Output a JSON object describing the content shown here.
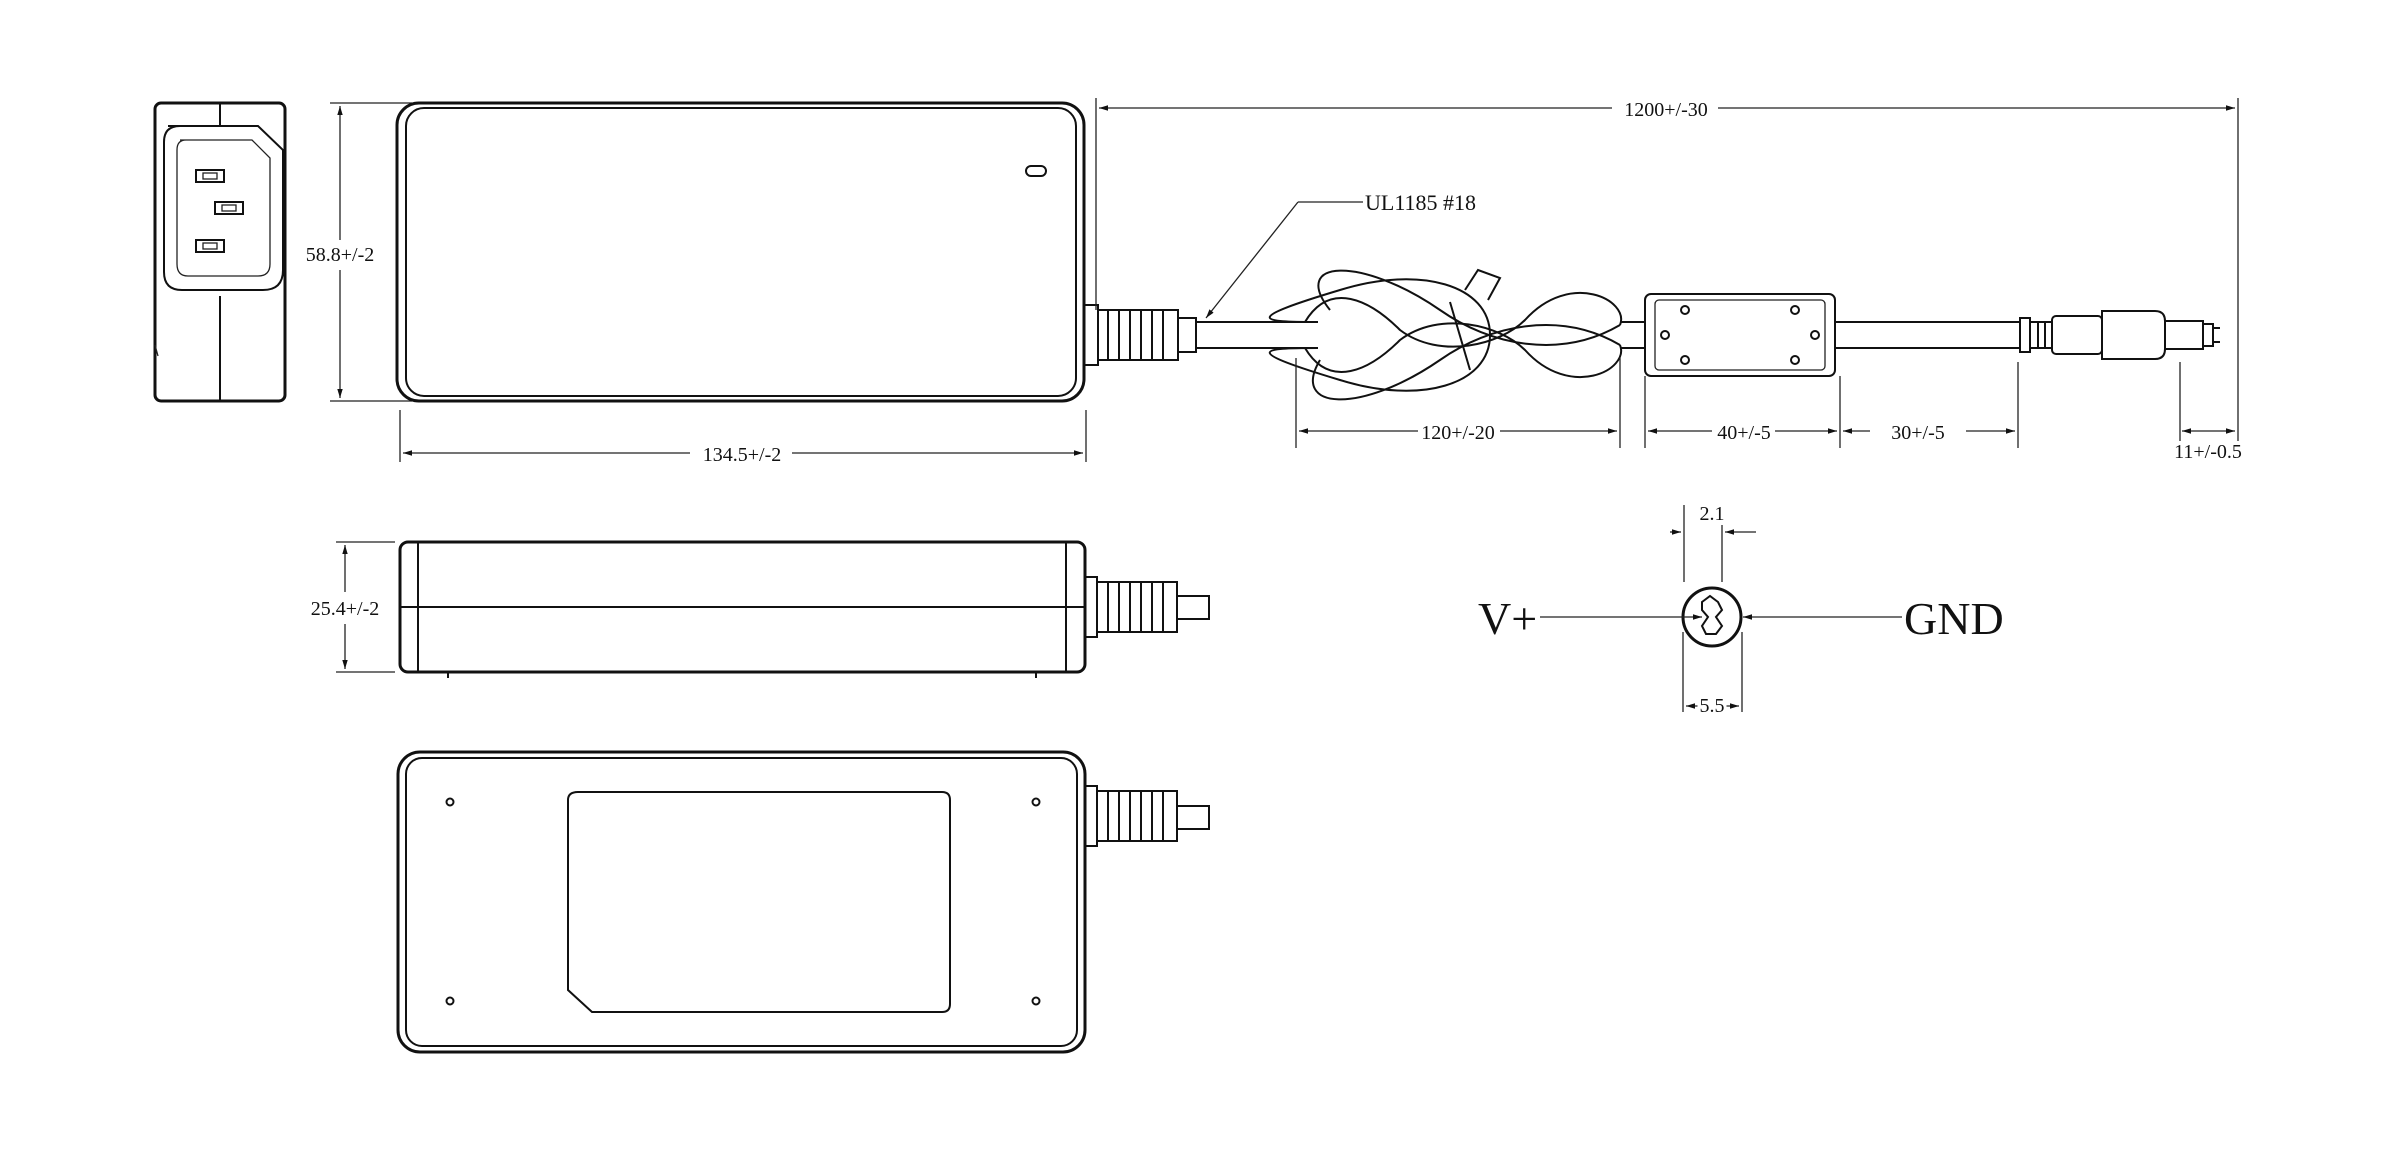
{
  "dimensions": {
    "height": "58.8+/-2",
    "length": "134.5+/-2",
    "thickness": "25.4+/-2",
    "cable_length": "1200+/-30",
    "loop": "120+/-20",
    "ferrite": "40+/-5",
    "to_plug": "30+/-5",
    "plug_tip": "11+/-0.5",
    "inner_diameter": "2.1",
    "outer_diameter": "5.5"
  },
  "cable_spec": "UL1185 #18",
  "polarity": {
    "positive": "V+",
    "ground": "GND"
  },
  "colors": {
    "line": "#111111",
    "background": "#ffffff"
  }
}
